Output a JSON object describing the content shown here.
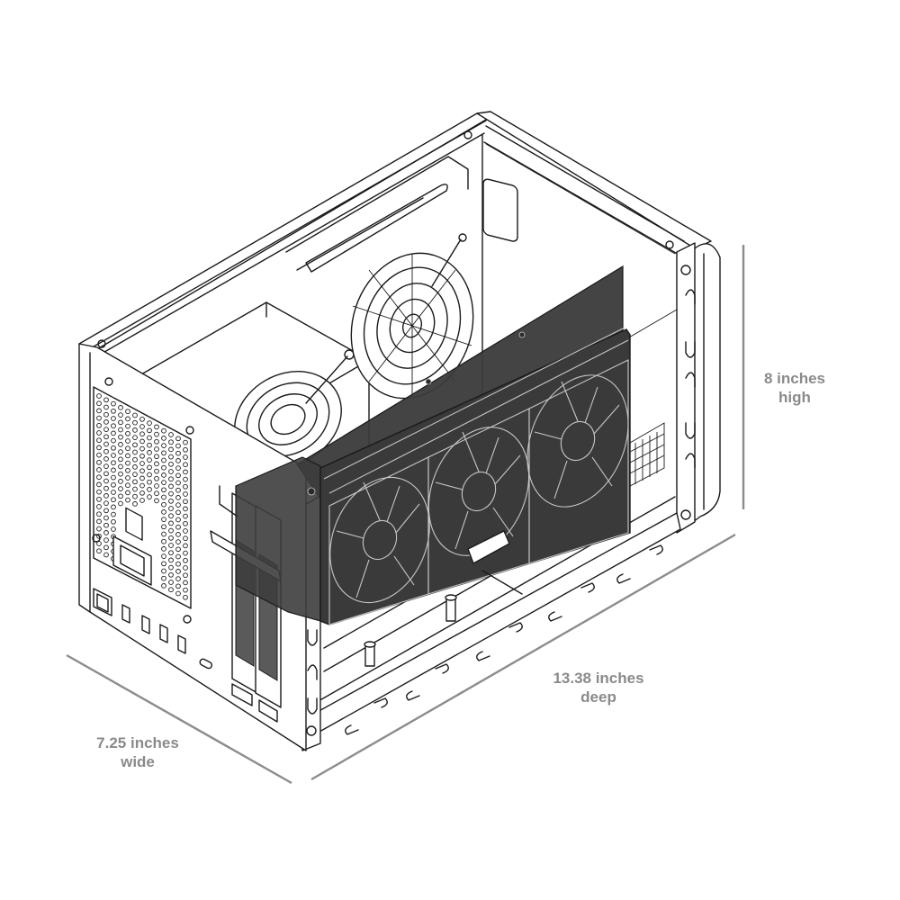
{
  "diagram": {
    "subject": "Small form factor PC case with installed triple-fan graphics card",
    "colors": {
      "background": "#ffffff",
      "line_art": "#1a1a1a",
      "gpu_shroud": "#3a3a3a",
      "dimension": "#8c8c8c"
    },
    "components": {
      "case": "case-frame",
      "power_supply": "power-supply-unit",
      "psu_fan": "psu-fan-grille",
      "rear_fan": "rear-exhaust-fan",
      "graphics_card": "triple-fan-graphics-card",
      "rear_panel": "rear-io-panel",
      "expansion_slots": "pcie-slot-brackets"
    },
    "dimensions": {
      "height": {
        "value": "8 inches",
        "axis": "high"
      },
      "depth": {
        "value": "13.38 inches",
        "axis": "deep"
      },
      "width": {
        "value": "7.25 inches",
        "axis": "wide"
      }
    }
  }
}
